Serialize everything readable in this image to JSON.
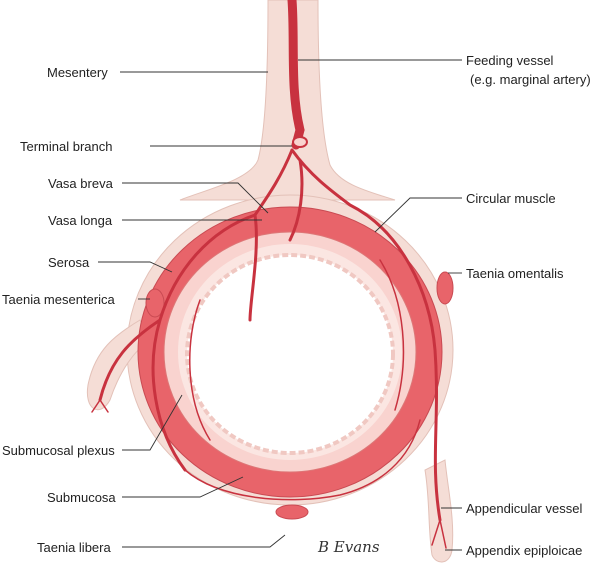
{
  "title": "Blood supply of the colon (cross-section)",
  "labels": {
    "mesentery": "Mesentery",
    "feeding_vessel": "Feeding vessel",
    "feeding_vessel_note": "(e.g. marginal artery)",
    "terminal_branch": "Terminal branch",
    "vasa_breva": "Vasa breva",
    "vasa_longa": "Vasa longa",
    "circular_muscle": "Circular muscle",
    "serosa": "Serosa",
    "taenia_mesenterica": "Taenia mesenterica",
    "taenia_omentalis": "Taenia omentalis",
    "submucosal_plexus": "Submucosal plexus",
    "submucosa": "Submucosa",
    "appendicular_vessel": "Appendicular vessel",
    "taenia_libera": "Taenia libera",
    "appendix_epiploicae": "Appendix epiploicae"
  },
  "signature": "B Evans",
  "colors": {
    "serosa": "#f5ddd6",
    "muscle": "#e8646a",
    "submucosa": "#f9d3cf",
    "vessel": "#c8323f"
  }
}
